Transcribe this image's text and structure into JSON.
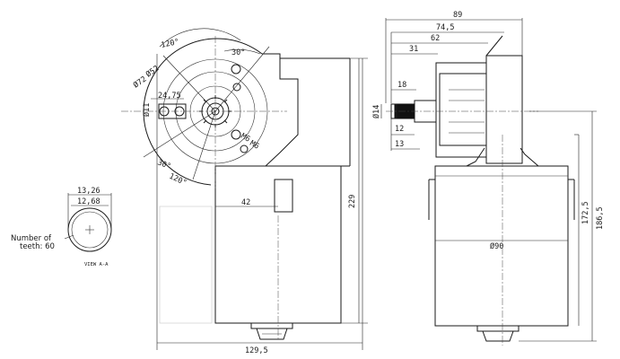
{
  "front_view": {
    "width": "129,5",
    "height": "229",
    "offset": "42",
    "bolt_circle_outer": "Ø72",
    "bolt_circle_inner": "Ø52",
    "hole_diameter": "Ø11",
    "hole_spacing": "24,75",
    "hole_thread_1": "M6",
    "hole_thread_2": "M6",
    "angle_top": "120°",
    "angle_bottom": "120°",
    "angle_small": "30°",
    "angle_side": "30°"
  },
  "side_view": {
    "overall_length": "89",
    "flange_length": "74,5",
    "body_length": "62",
    "hub_length": "31",
    "shaft_length": "18",
    "shaft_diameter": "Ø14",
    "key_length": "12",
    "base_length": "13",
    "motor_diameter": "Ø90",
    "total_height": "186,5",
    "motor_height": "172,5"
  },
  "gear_detail": {
    "outer_diameter": "13,26",
    "root_diameter": "12,68",
    "teeth_label_line1": "Number of",
    "teeth_label_line2": "teeth: 60",
    "view_label": "VIEW  A-A"
  }
}
